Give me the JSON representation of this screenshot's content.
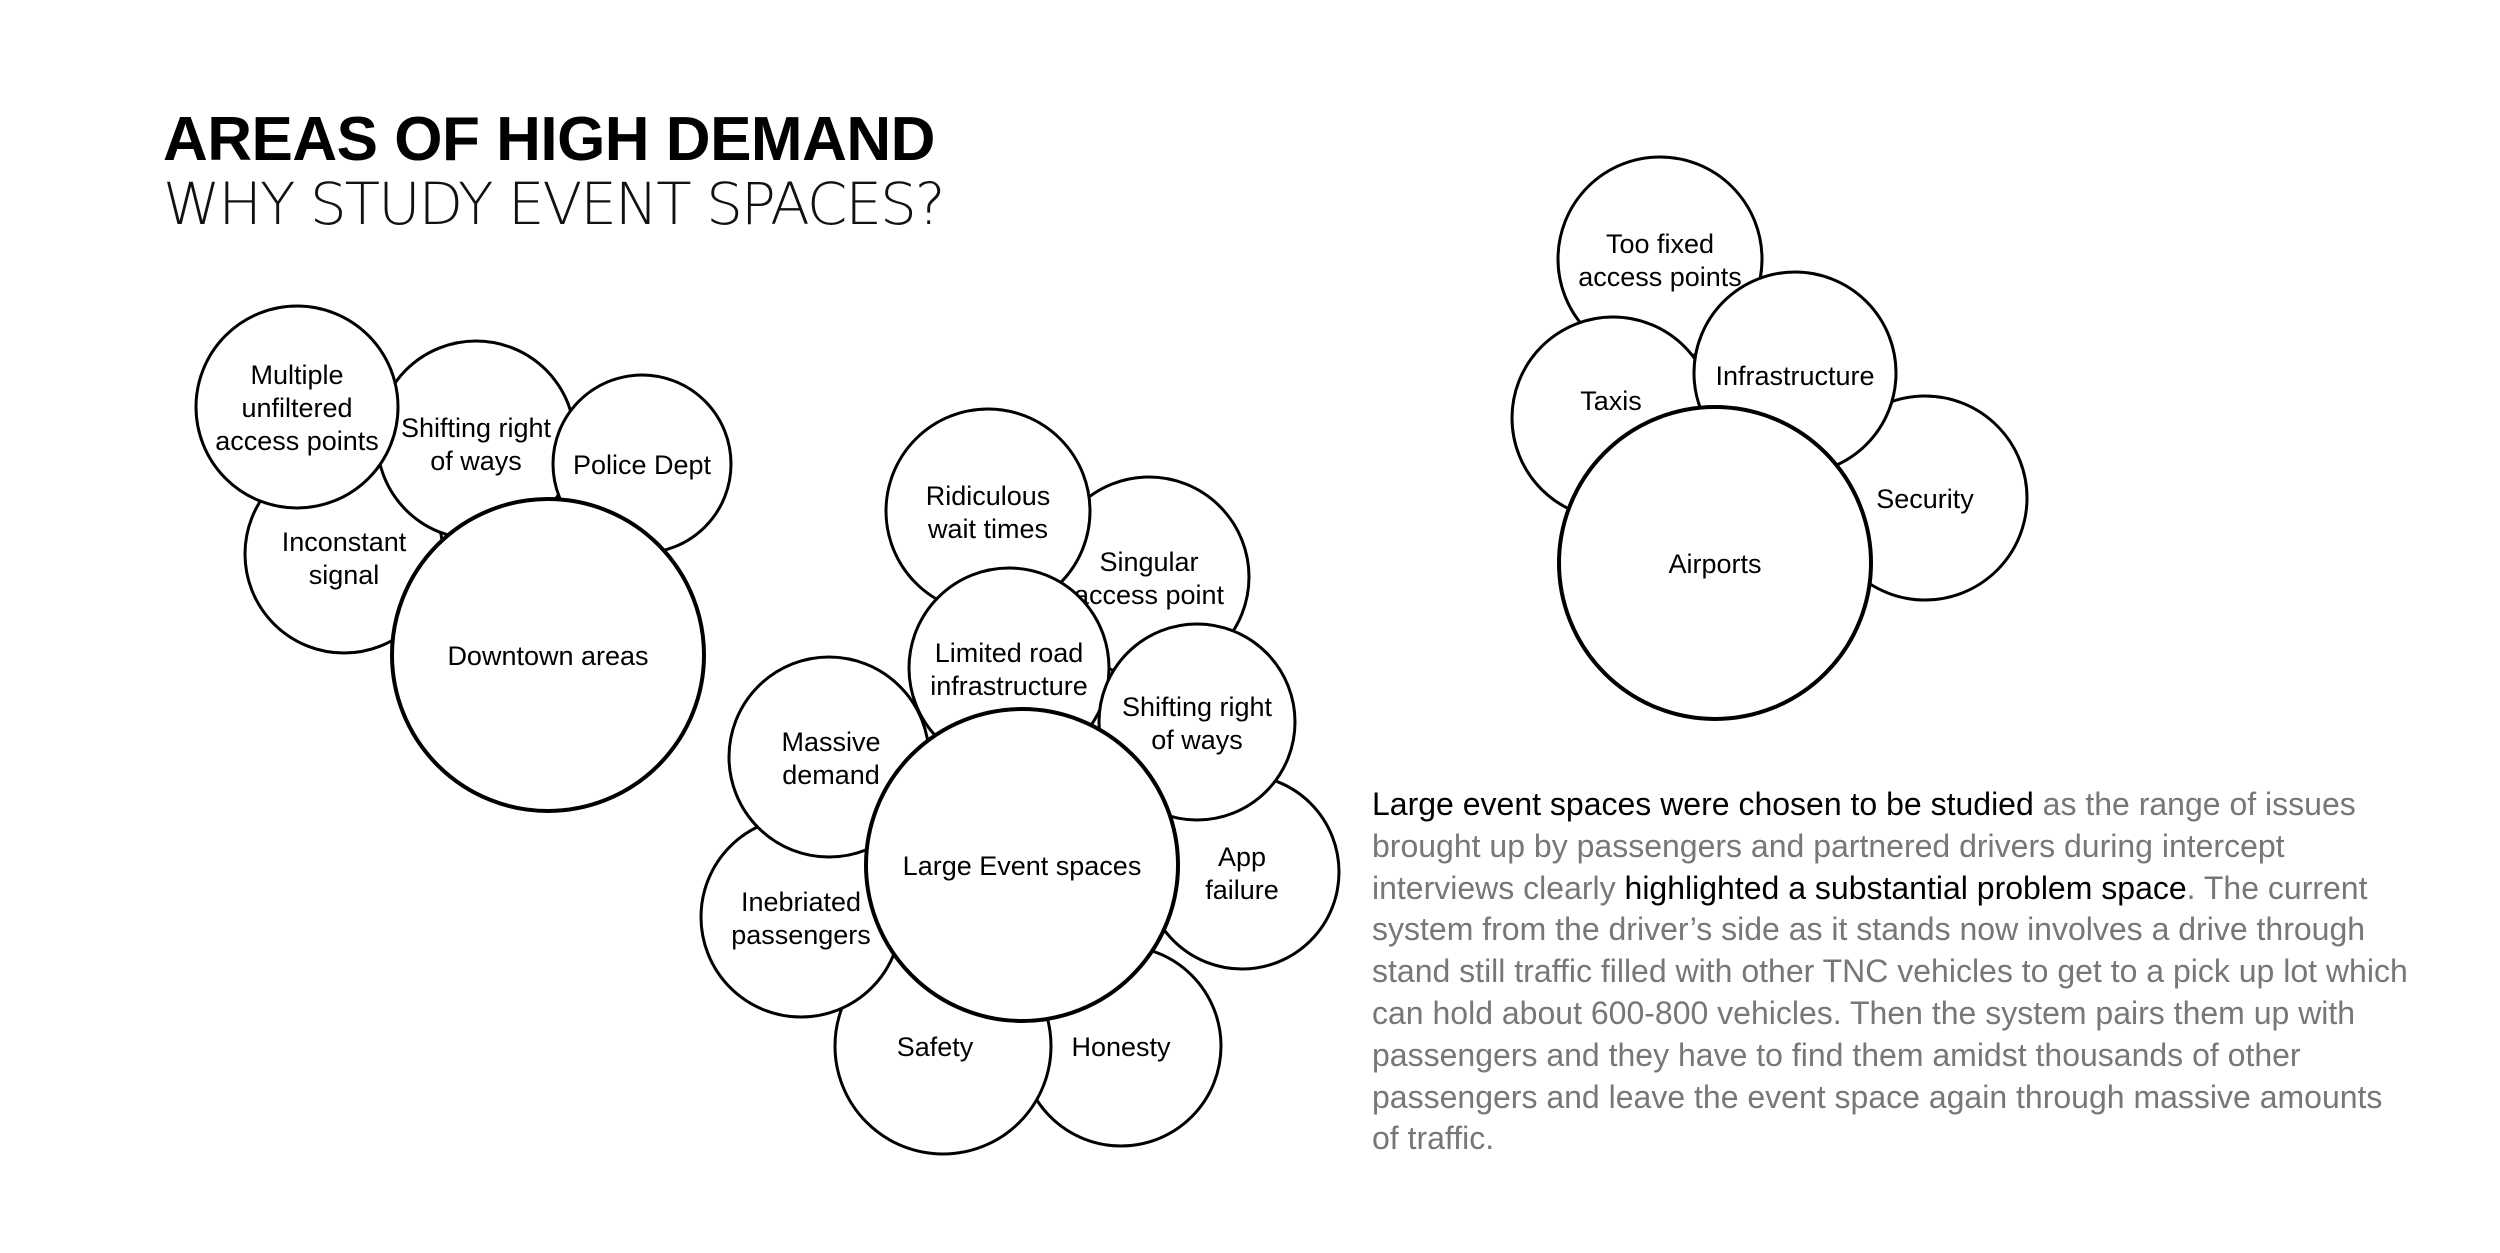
{
  "title": "AREAS OF HIGH DEMAND",
  "subtitle": "WHY STUDY EVENT SPACES?",
  "clusters": [
    {
      "center": {
        "label": [
          "Downtown areas"
        ]
      },
      "nodes": [
        {
          "label": [
            "Inconstant",
            "signal"
          ]
        },
        {
          "label": [
            "Shifting right",
            "of ways"
          ]
        },
        {
          "label": [
            "Police Dept"
          ]
        },
        {
          "label": [
            "Multiple",
            "unfiltered",
            "access points"
          ]
        }
      ]
    },
    {
      "center": {
        "label": [
          "Large Event spaces"
        ]
      },
      "nodes": [
        {
          "label": [
            "Singular",
            "access point"
          ]
        },
        {
          "label": [
            "Ridiculous",
            "wait times"
          ]
        },
        {
          "label": [
            "App",
            "failure"
          ]
        },
        {
          "label": [
            "Honesty"
          ]
        },
        {
          "label": [
            "Safety"
          ]
        },
        {
          "label": [
            "Inebriated",
            "passengers"
          ]
        },
        {
          "label": [
            "Massive",
            "demand"
          ]
        },
        {
          "label": [
            "Limited road",
            "infrastructure"
          ]
        },
        {
          "label": [
            "Shifting right",
            "of ways"
          ]
        }
      ]
    },
    {
      "center": {
        "label": [
          "Airports"
        ]
      },
      "nodes": [
        {
          "label": [
            "Security"
          ]
        },
        {
          "label": [
            "Too fixed",
            "access points"
          ]
        },
        {
          "label": [
            "Taxis"
          ]
        },
        {
          "label": [
            "Infrastructure"
          ]
        }
      ]
    }
  ],
  "paragraph": {
    "lead_emphasis": "Large event spaces were chosen to be studied",
    "text_1": " as the range of issues brought up by passengers and partnered drivers during intercept interviews clearly ",
    "mid_emphasis": "highlighted a substantial problem space",
    "text_2": ". The current system from the driver’s side as it stands now involves a drive through stand still traffic filled with other TNC vehicles to get to a pick up lot which can hold about 600-800 vehicles. Then the system pairs them up with passengers and they have to find them amidst thousands of other passengers and leave the event space again through massive amounts of traffic."
  }
}
